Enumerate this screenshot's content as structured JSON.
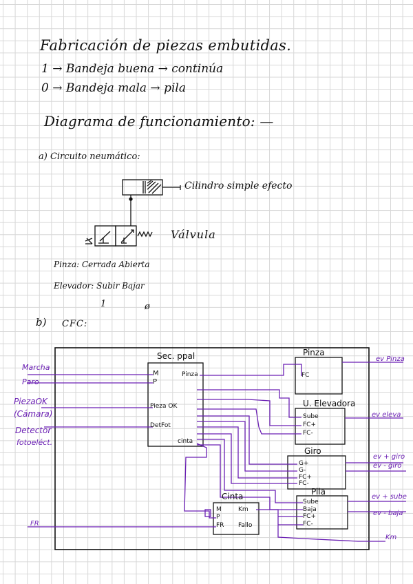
{
  "notes": {
    "title": "Fabricación de piezas embutidas.",
    "line_good": "1 → Bandeja buena → continúa",
    "line_bad": "0 → Bandeja mala → pila",
    "diagram": "Diagrama de funcionamiento: —",
    "section_a": "a) Circuito neumático:",
    "cylinder_label": "Cilindro simple efecto",
    "valve_label": "Válvula",
    "pinza_line": "Pinza: Cerrada  Abierta",
    "elevador_line": "Elevador: Subir   Bajar",
    "val_one": "1",
    "val_zero": "ø",
    "section_b": "b)",
    "cfc_label": "CFC:"
  },
  "cfc": {
    "external_inputs": {
      "marcha": "Marcha",
      "paro": "Paro",
      "pieza_ok": "PiezaOK",
      "camara": "(Cámara)",
      "detector": "Detector",
      "detector2": "fotoeléct.",
      "fr": "FR"
    },
    "sec_ppal": {
      "title": "Sec. ppal",
      "m": "M",
      "p": "P",
      "pinza": "Pinza",
      "pieza_ok": "Pieza OK",
      "detfot": "DetFot",
      "cinta": "cinta"
    },
    "pinza_block": {
      "title": "Pinza",
      "fc": "FC"
    },
    "elevadora_block": {
      "title": "U. Elevadora",
      "sube": "Sube",
      "fc_plus": "FC+",
      "fc_minus": "FC-"
    },
    "giro_block": {
      "title": "Giro",
      "g_plus": "G+",
      "g_minus": "G-",
      "fc_plus": "FC+",
      "fc_minus": "FC-"
    },
    "pila_block": {
      "title": "Pila",
      "sube": "Sube",
      "baja": "Baja",
      "fc_plus": "FC+",
      "fc_minus": "FC-"
    },
    "cinta_block": {
      "title": "Cinta",
      "m": "M",
      "p": "P",
      "fr": "FR",
      "km": "Km",
      "fallo": "Fallo"
    },
    "outputs": {
      "ev_pinza": "ev Pinza",
      "ev_eleva": "ev eleva",
      "ev_plus_giro": "ev + giro",
      "ev_minus_giro": "ev - giro",
      "ev_plus_sube": "ev + sube",
      "ev_minus_baja": "ev - baja",
      "km": "Km"
    }
  },
  "colors": {
    "ink": "#111111",
    "purple_ink": "#6a1fb3",
    "grid": "#d7d7d7"
  }
}
